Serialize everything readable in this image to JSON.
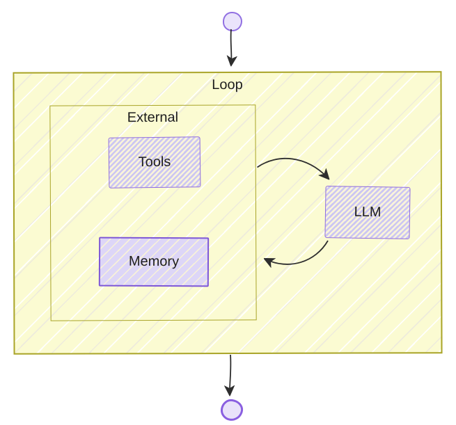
{
  "diagram": {
    "type": "flowchart",
    "nodes": {
      "loop": {
        "label": "Loop",
        "kind": "container"
      },
      "external": {
        "label": "External",
        "kind": "container"
      },
      "tools": {
        "label": "Tools",
        "kind": "box"
      },
      "memory": {
        "label": "Memory",
        "kind": "box"
      },
      "llm": {
        "label": "LLM",
        "kind": "box"
      },
      "start": {
        "label": "",
        "kind": "circle"
      },
      "end": {
        "label": "",
        "kind": "circle"
      }
    },
    "edges": [
      {
        "from": "start",
        "to": "loop"
      },
      {
        "from": "external",
        "to": "llm"
      },
      {
        "from": "llm",
        "to": "external"
      },
      {
        "from": "loop",
        "to": "end"
      }
    ],
    "colors": {
      "container_border": "#a9a428",
      "container_fill": "#fbfbd2",
      "node_border_purple": "#7e57d6",
      "node_fill_lavender": "#ddd6f7",
      "hatch_lavender": "#ccc6f2",
      "hatch_cream": "#f9f4db",
      "terminal_border": "#9170e2",
      "terminal_fill": "#eae4fb",
      "arrow": "#2e2e2e",
      "text": "#1d1d1d"
    }
  }
}
